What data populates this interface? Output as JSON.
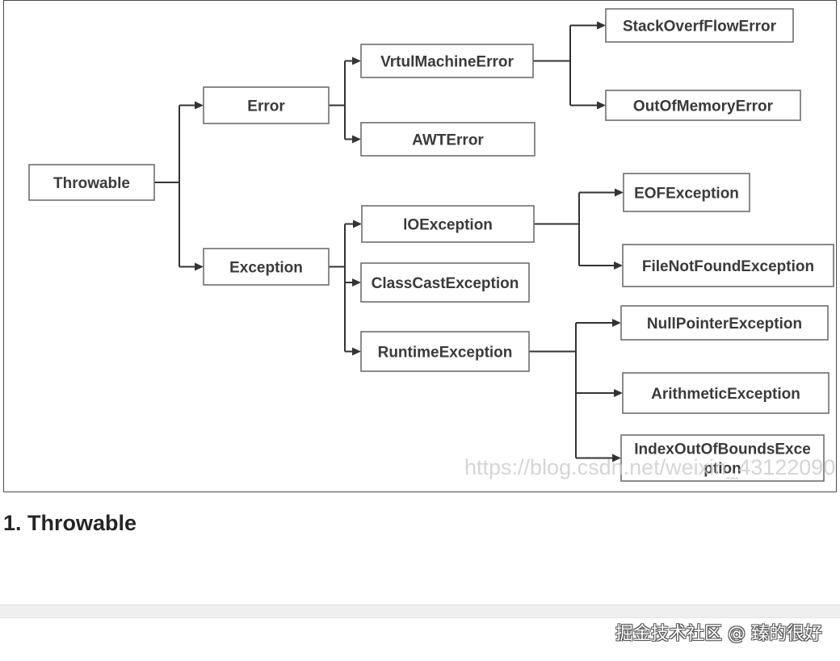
{
  "diagram": {
    "nodes": [
      {
        "id": "throwable",
        "label": "Throwable"
      },
      {
        "id": "error",
        "label": "Error"
      },
      {
        "id": "exception",
        "label": "Exception"
      },
      {
        "id": "vm_error",
        "label": "VrtulMachineError"
      },
      {
        "id": "awt_error",
        "label": "AWTError"
      },
      {
        "id": "stack_overflow",
        "label": "StackOverfFlowError"
      },
      {
        "id": "out_of_memory",
        "label": "OutOfMemoryError"
      },
      {
        "id": "io_exception",
        "label": "lOException"
      },
      {
        "id": "class_cast",
        "label": "ClassCastException"
      },
      {
        "id": "runtime_exception",
        "label": "RuntimeException"
      },
      {
        "id": "eof_exception",
        "label": "EOFException"
      },
      {
        "id": "file_not_found",
        "label": "FileNotFoundException"
      },
      {
        "id": "null_pointer",
        "label": "NullPointerException"
      },
      {
        "id": "arithmetic",
        "label": "ArithmeticException"
      },
      {
        "id": "index_out_of_bounds",
        "label": [
          "IndexOutOfBoundsExce",
          "ption"
        ]
      }
    ],
    "edges": [
      [
        "throwable",
        "error"
      ],
      [
        "throwable",
        "exception"
      ],
      [
        "error",
        "vm_error"
      ],
      [
        "error",
        "awt_error"
      ],
      [
        "vm_error",
        "stack_overflow"
      ],
      [
        "vm_error",
        "out_of_memory"
      ],
      [
        "exception",
        "io_exception"
      ],
      [
        "exception",
        "class_cast"
      ],
      [
        "exception",
        "runtime_exception"
      ],
      [
        "io_exception",
        "eof_exception"
      ],
      [
        "io_exception",
        "file_not_found"
      ],
      [
        "runtime_exception",
        "null_pointer"
      ],
      [
        "runtime_exception",
        "arithmetic"
      ],
      [
        "runtime_exception",
        "index_out_of_bounds"
      ]
    ],
    "watermark": "https://blog.csdn.net/weixin_43122090"
  },
  "section": {
    "heading": "1. Throwable"
  },
  "footer": {
    "credit": "掘金技术社区 @ 臻的很好"
  }
}
